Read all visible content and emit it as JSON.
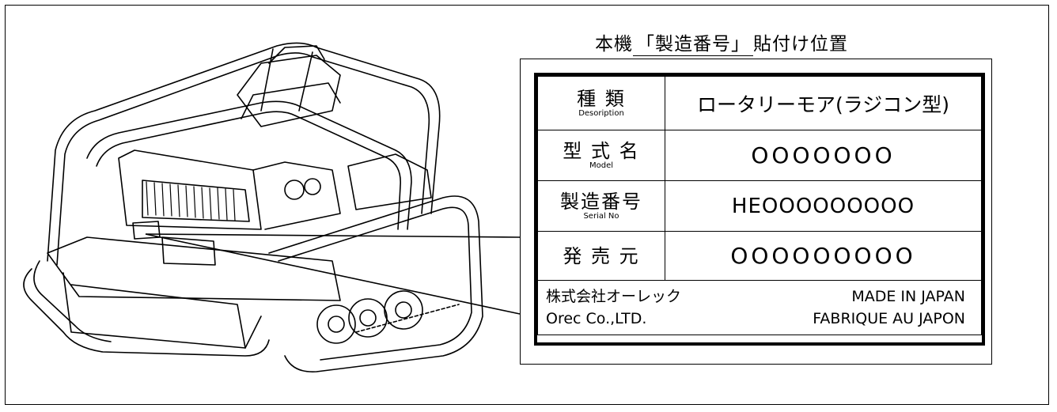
{
  "caption": {
    "before": "本機",
    "highlight": "「製造番号」",
    "after": "貼付け位置"
  },
  "plate": {
    "rows": [
      {
        "label": "種 類",
        "sublabel": "Desoription",
        "value": "ロータリーモア(ラジコン型)"
      },
      {
        "label": "型 式 名",
        "sublabel": "Model",
        "value": "OOOOOOO"
      },
      {
        "label": "製造番号",
        "sublabel": "Serial No",
        "value": "HEOOOOOOOOO"
      },
      {
        "label": "発 売 元",
        "sublabel": "",
        "value": "OOOOOOOOO"
      }
    ],
    "footer": {
      "company_jp": "株式会社オーレック",
      "made_in_en": "MADE IN JAPAN",
      "company_en": "Orec Co.,LTD.",
      "made_in_fr": "FABRIQUE AU  JAPON"
    }
  }
}
